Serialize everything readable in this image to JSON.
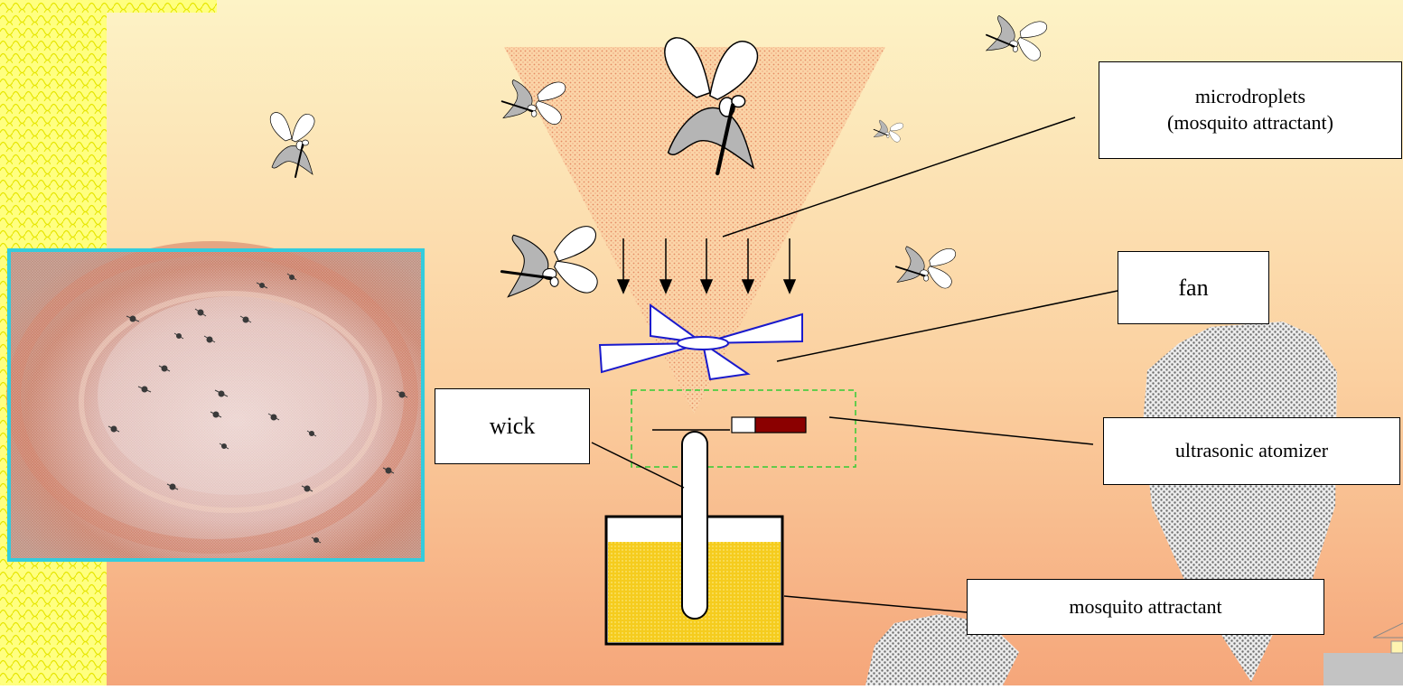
{
  "labels": {
    "microdroplets_line1": "microdroplets",
    "microdroplets_line2": "(mosquito attractant)",
    "fan": "fan",
    "wick": "wick",
    "atomizer": "ultrasonic atomizer",
    "attractant": "mosquito attractant"
  },
  "colors": {
    "background_top": "#fdf3c6",
    "background_bottom": "#f5a67a",
    "left_band": "#ffff66",
    "photo_border": "#33ccdd",
    "fan_blade": "#1a1acc",
    "atomizer_box": "#33cc33",
    "liquid": "#f5cc1e",
    "heater": "#8b0000",
    "mosquito_body": "#b5b5b5"
  },
  "icons": {
    "mosquito": "mosquito-icon",
    "fan": "fan-icon",
    "photo": "trap-net-photo"
  }
}
